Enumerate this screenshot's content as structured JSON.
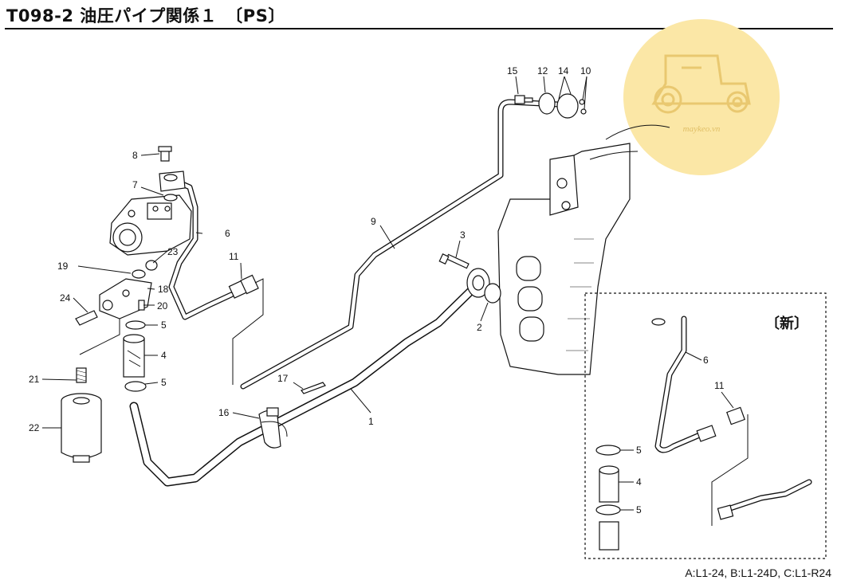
{
  "header": {
    "title": "T098-2 油圧パイプ関係１　〔PS〕"
  },
  "parts": [
    {
      "no": "1"
    },
    {
      "no": "2"
    },
    {
      "no": "3"
    },
    {
      "no": "4"
    },
    {
      "no": "5"
    },
    {
      "no": "5"
    },
    {
      "no": "6"
    },
    {
      "no": "7"
    },
    {
      "no": "8"
    },
    {
      "no": "9"
    },
    {
      "no": "10"
    },
    {
      "no": "11"
    },
    {
      "no": "12"
    },
    {
      "no": "14"
    },
    {
      "no": "15"
    },
    {
      "no": "16"
    },
    {
      "no": "17"
    },
    {
      "no": "18"
    },
    {
      "no": "19"
    },
    {
      "no": "20"
    },
    {
      "no": "21"
    },
    {
      "no": "22"
    },
    {
      "no": "23"
    },
    {
      "no": "24"
    }
  ],
  "inset": {
    "label": "〔新〕",
    "parts": [
      {
        "no": "6"
      },
      {
        "no": "11"
      },
      {
        "no": "5"
      },
      {
        "no": "4"
      },
      {
        "no": "5"
      }
    ]
  },
  "watermark": {
    "text": "maykeo.vn",
    "color": "#fbe7a6",
    "icon": "tractor-icon"
  },
  "footnote": {
    "text": "A:L1-24, B:L1-24D, C:L1-R24"
  }
}
